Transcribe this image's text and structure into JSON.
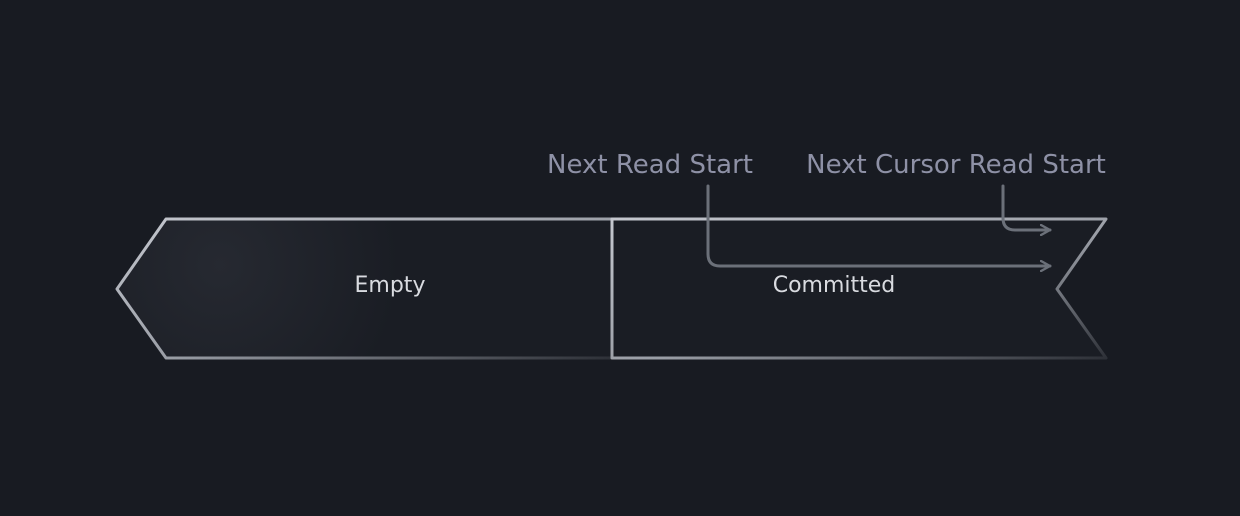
{
  "segments": {
    "empty": "Empty",
    "committed": "Committed"
  },
  "pointers": {
    "next_read_start": "Next Read Start",
    "next_cursor_read_start": "Next Cursor Read Start"
  },
  "colors": {
    "background": "#181b22",
    "segment_fill": "#1a1d24",
    "segment_outline": "#a4a8b0",
    "pointer_label": "#8e91a6",
    "arrow_stroke": "#6b7079",
    "segment_text": "#d9dbe0"
  }
}
